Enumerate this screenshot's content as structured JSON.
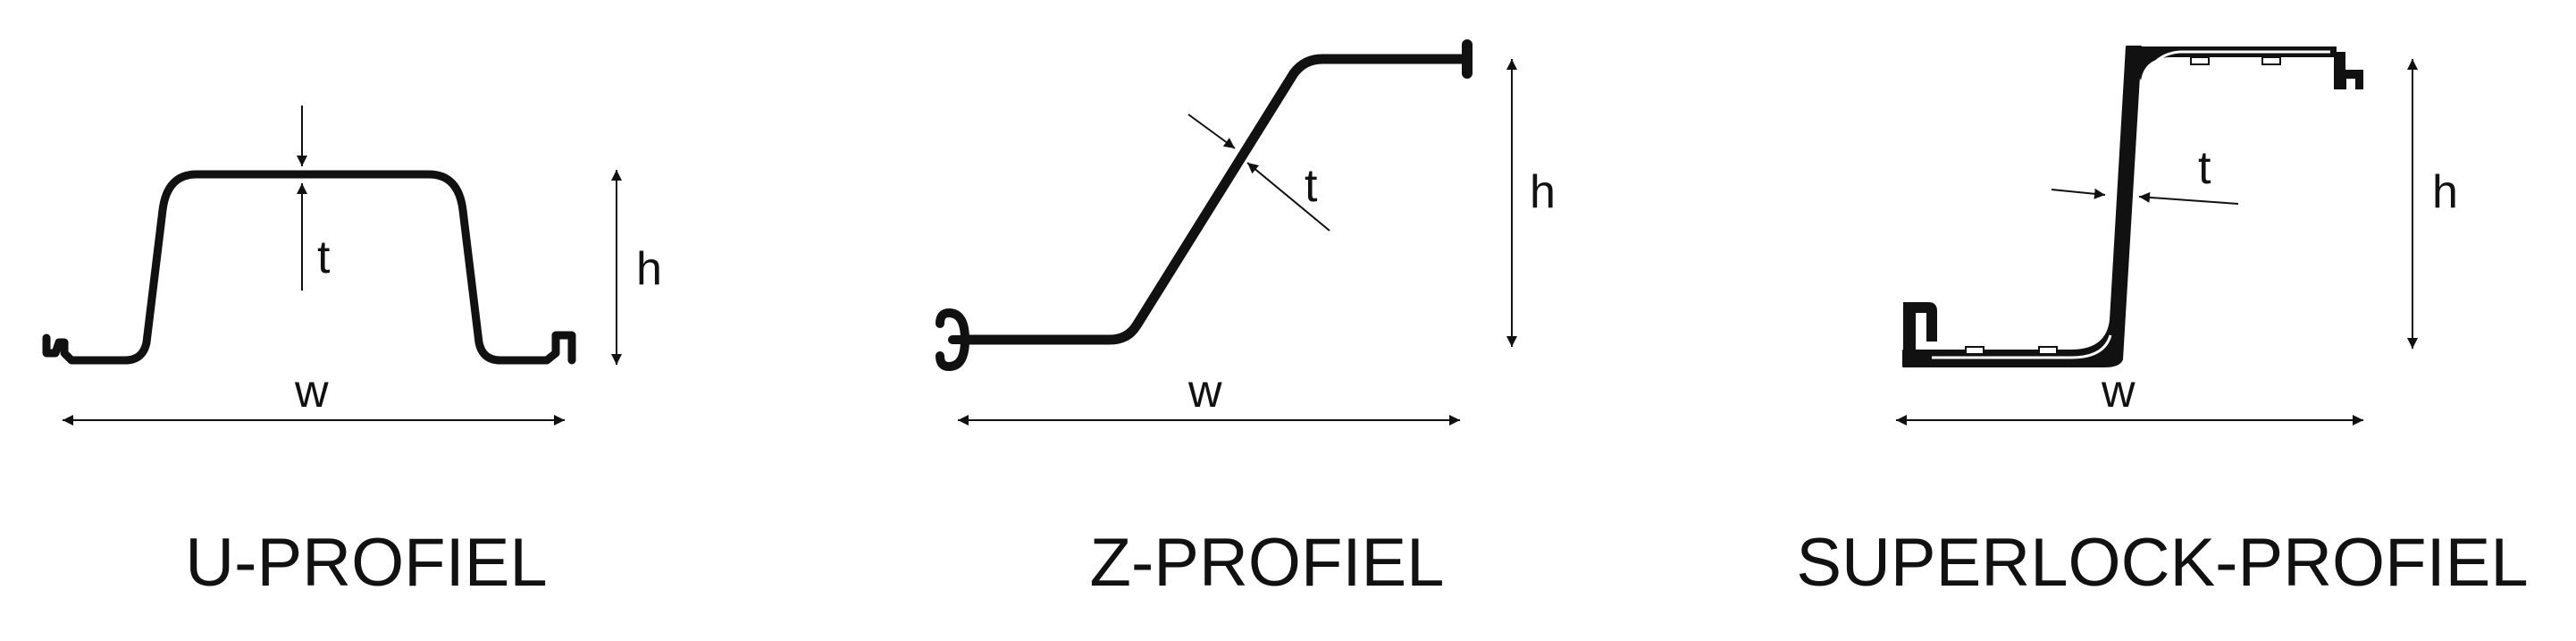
{
  "diagram": {
    "profiles": [
      {
        "id": "u",
        "title": "U-PROFIEL",
        "labels": {
          "thickness": "t",
          "height": "h",
          "width": "w"
        }
      },
      {
        "id": "z",
        "title": "Z-PROFIEL",
        "labels": {
          "thickness": "t",
          "height": "h",
          "width": "w"
        }
      },
      {
        "id": "superlock",
        "title": "SUPERLOCK-PROFIEL",
        "labels": {
          "thickness": "t",
          "height": "h",
          "width": "w"
        }
      }
    ],
    "colors": {
      "stroke": "#111111",
      "background": "#ffffff"
    }
  }
}
